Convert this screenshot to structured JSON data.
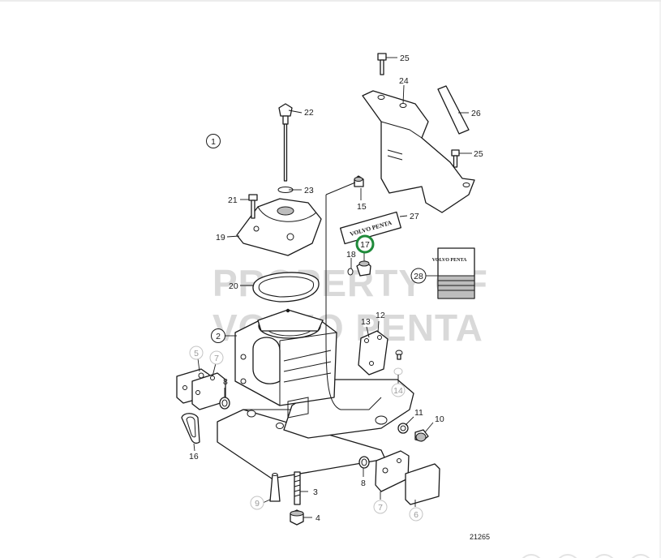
{
  "drawing_number": "21265",
  "watermark": {
    "line1": "PROPERTY OF",
    "line2": "VOLVO PENTA"
  },
  "decal_text": "VOLVO PENTA",
  "group_labels": [
    "1",
    "2"
  ],
  "highlighted_part": "17",
  "part_labels": [
    "3",
    "4",
    "5",
    "6",
    "7",
    "7",
    "8",
    "8",
    "9",
    "10",
    "11",
    "12",
    "13",
    "14",
    "15",
    "16",
    "17",
    "18",
    "19",
    "20",
    "21",
    "22",
    "23",
    "24",
    "25",
    "25",
    "26",
    "27",
    "28"
  ]
}
